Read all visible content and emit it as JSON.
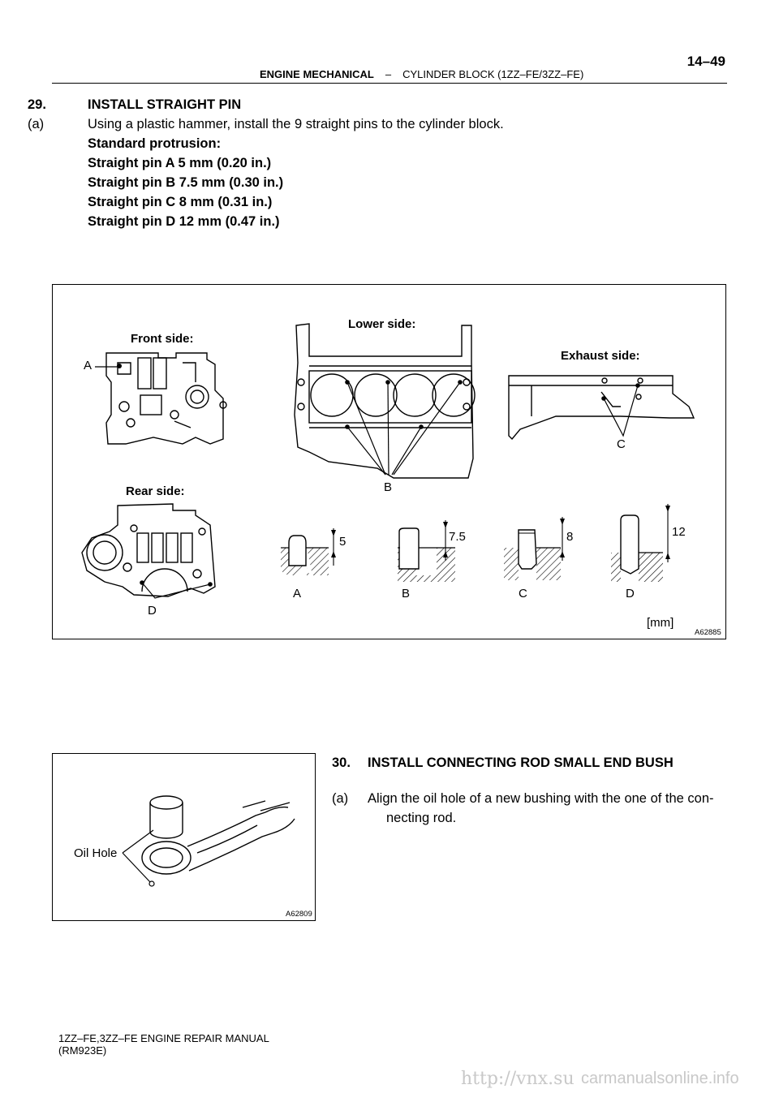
{
  "header": {
    "section": "ENGINE MECHANICAL",
    "separator": "–",
    "subsection": "CYLINDER BLOCK (1ZZ–FE/3ZZ–FE)",
    "page_number": "14–49"
  },
  "step29": {
    "number": "29.",
    "title": "INSTALL STRAIGHT PIN",
    "sub_label": "(a)",
    "instruction": "Using a plastic hammer, install the 9 straight pins to the cylinder block.",
    "spec_heading": "Standard protrusion:",
    "specs": [
      "Straight pin A 5 mm (0.20 in.)",
      "Straight pin B 7.5 mm (0.30 in.)",
      "Straight pin C 8 mm (0.31 in.)",
      "Straight pin D 12 mm (0.47 in.)"
    ]
  },
  "figure1": {
    "views": {
      "front": "Front side:",
      "lower": "Lower side:",
      "exhaust": "Exhaust side:",
      "rear": "Rear side:"
    },
    "callouts": {
      "a": "A",
      "b": "B",
      "c": "C",
      "d": "D"
    },
    "pins": [
      {
        "label": "A",
        "value": "5"
      },
      {
        "label": "B",
        "value": "7.5"
      },
      {
        "label": "C",
        "value": "8"
      },
      {
        "label": "D",
        "value": "12"
      }
    ],
    "unit": "[mm]",
    "figure_id": "A62885"
  },
  "step30": {
    "number": "30.",
    "title": "INSTALL CONNECTING ROD SMALL END BUSH",
    "sub_label": "(a)",
    "instruction_line1": "Align the oil hole of a new bushing with the one of the  con-",
    "instruction_line2": "necting  rod."
  },
  "figure2": {
    "callout": "Oil Hole",
    "figure_id": "A62809"
  },
  "footer": {
    "line1": "1ZZ–FE,3ZZ–FE ENGINE REPAIR MANUAL",
    "line2": "(RM923E)"
  },
  "watermarks": {
    "left": "http://vnx.su",
    "right": "carmanualsonline.info"
  }
}
